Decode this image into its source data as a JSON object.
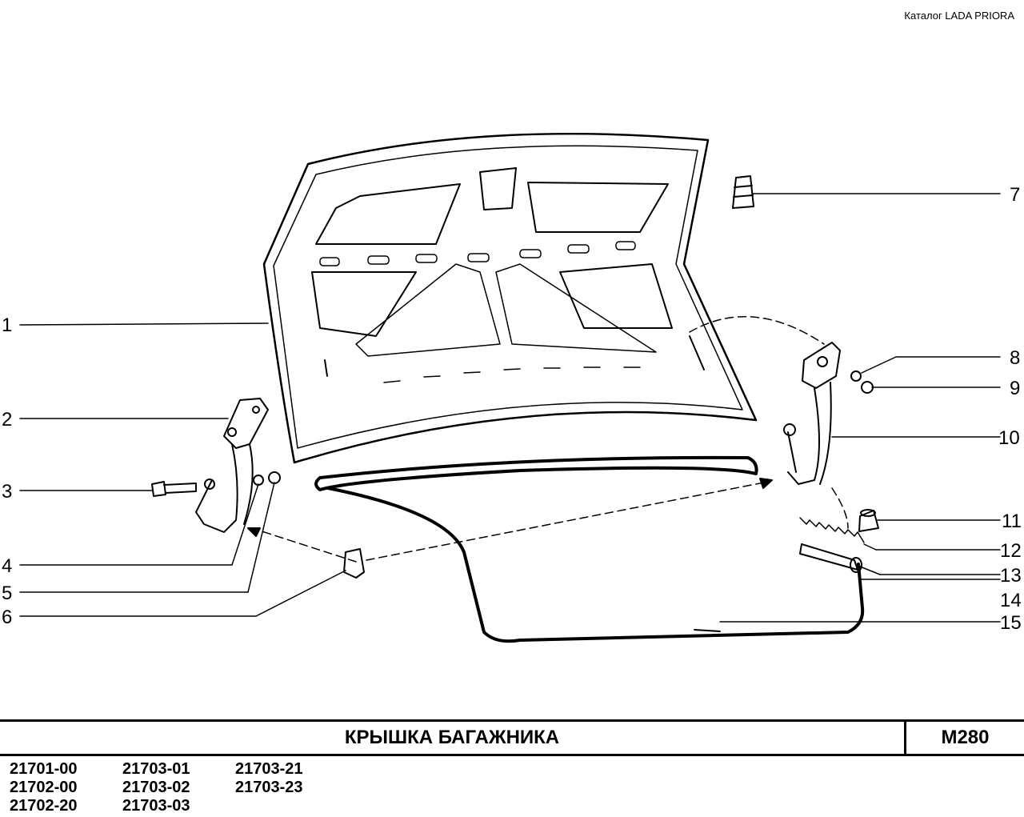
{
  "header": {
    "catalog": "Каталог  LADA  PRIORA"
  },
  "title": "КРЫШКА   БАГАЖНИКА",
  "page_code": "M280",
  "callouts": [
    "1",
    "2",
    "3",
    "4",
    "5",
    "6",
    "7",
    "8",
    "9",
    "10",
    "11",
    "12",
    "13",
    "14",
    "15"
  ],
  "model_codes": [
    "21701-00",
    "21703-01",
    "21703-21",
    "21702-00",
    "21703-02",
    "21703-23",
    "21702-20",
    "21703-03"
  ]
}
